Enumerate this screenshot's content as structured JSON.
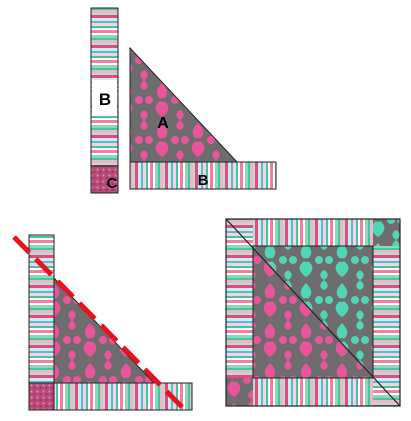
{
  "labels": {
    "piece_a": "A",
    "piece_b_vertical": "B",
    "piece_b_horizontal": "B",
    "piece_c": "C"
  },
  "colors": {
    "damask_base": "#6e6c6e",
    "damask_pink": "#e8559a",
    "damask_teal": "#4fd6b5",
    "stripe_palette": [
      "#f17fa0",
      "#ffffff",
      "#8ed8b8",
      "#3fc9a2",
      "#f6b3c8",
      "#a8e6cf",
      "#e24a86",
      "#c9f0e0",
      "#f9d2de",
      "#57b8e0"
    ],
    "cut_line": "#e8121f",
    "outline": "#222222"
  },
  "icons": {
    "cut_line": "dashed-diagonal-cut-line"
  }
}
